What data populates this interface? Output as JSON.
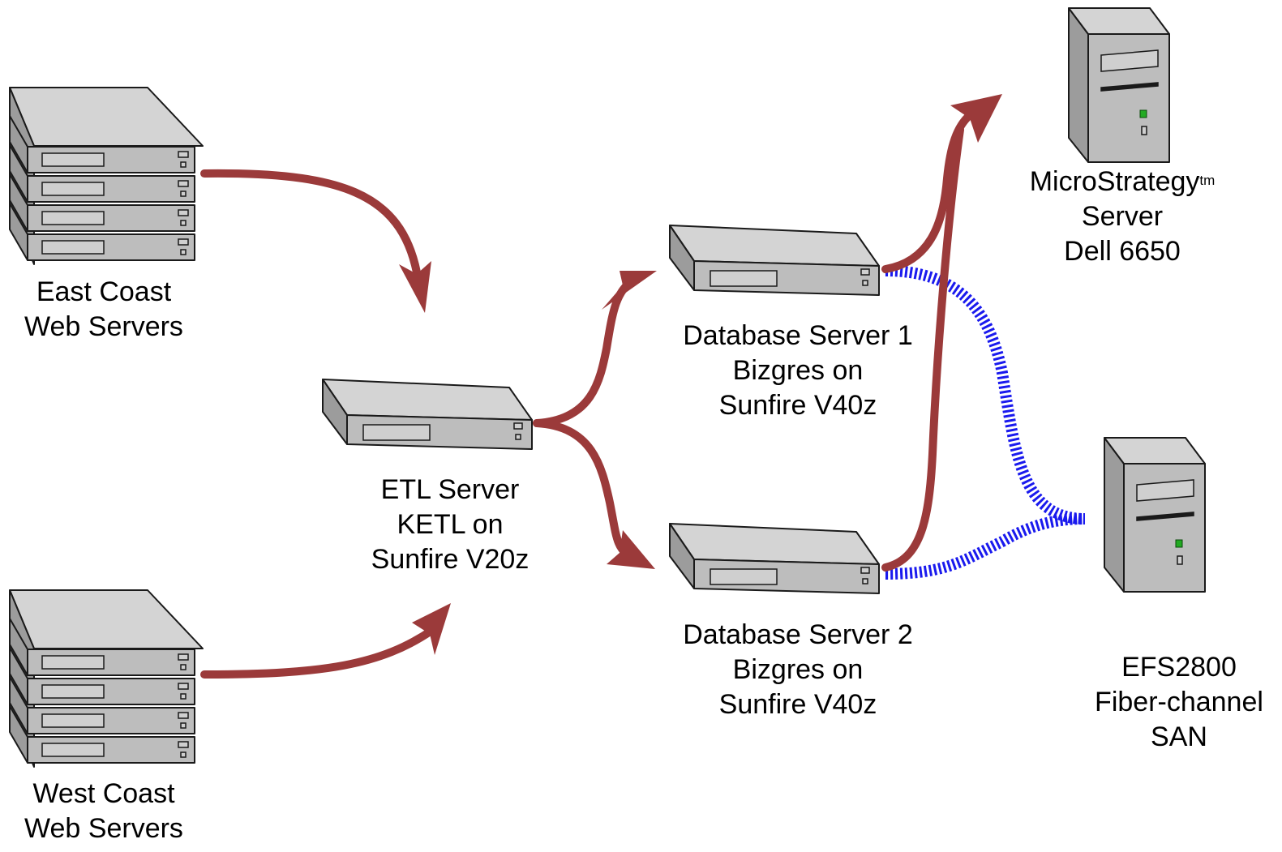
{
  "colors": {
    "data_flow_arrow": "#9b3a3a",
    "storage_link": "#1a1aee",
    "server_body": "#c8c8c8",
    "server_outline": "#1a1a1a",
    "power_led": "#22aa22"
  },
  "nodes": {
    "east": {
      "icon": "rack-server-stack-icon",
      "lines": [
        "East Coast",
        "Web Servers"
      ]
    },
    "west": {
      "icon": "rack-server-stack-icon",
      "lines": [
        "West Coast",
        "Web Servers"
      ]
    },
    "etl": {
      "icon": "rack-server-icon",
      "lines": [
        "ETL Server",
        "KETL on",
        "Sunfire V20z"
      ]
    },
    "db1": {
      "icon": "rack-server-icon",
      "lines": [
        "Database Server 1",
        "Bizgres on",
        "Sunfire V40z"
      ]
    },
    "db2": {
      "icon": "rack-server-icon",
      "lines": [
        "Database Server 2",
        "Bizgres on",
        "Sunfire V40z"
      ]
    },
    "ms": {
      "icon": "tower-server-icon",
      "title": "MicroStrategy",
      "title_sup": "tm",
      "lines": [
        "Server",
        "Dell 6650"
      ]
    },
    "san": {
      "icon": "tower-storage-icon",
      "lines": [
        "EFS2800",
        "Fiber-channel",
        "SAN"
      ]
    }
  }
}
